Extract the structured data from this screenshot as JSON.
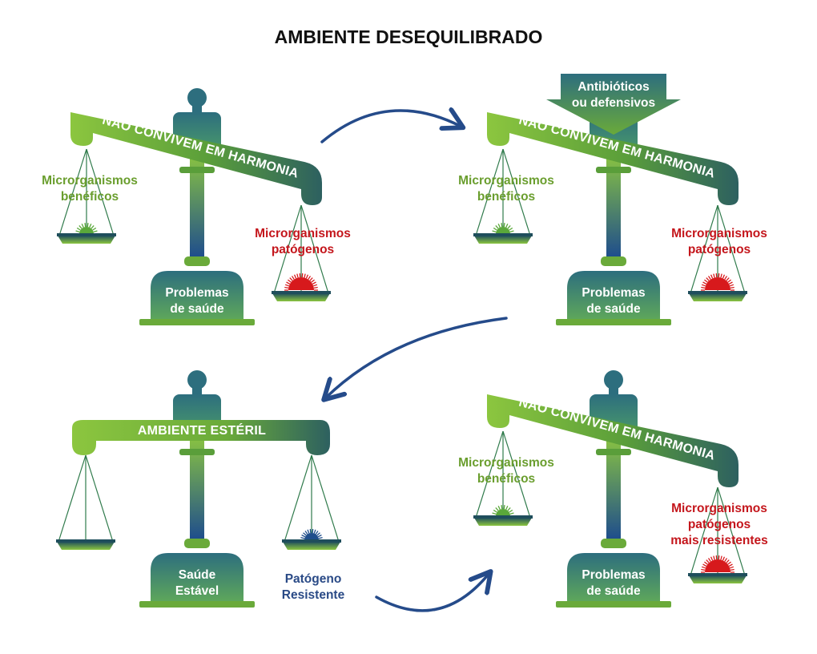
{
  "title": "AMBIENTE DESEQUILIBRADO",
  "colors": {
    "green": "#8cc63f",
    "dark_green": "#2f7a4b",
    "teal": "#2d6e7e",
    "navy": "#1f4e8c",
    "red": "#d7191c",
    "arrow": "#254b8a"
  },
  "panels": [
    {
      "beam_label": "NÃO CONVIVEM EM HARMONIA",
      "left_label": [
        "Microrganismos",
        "benéficos"
      ],
      "right_label": [
        "Microrganismos",
        "patógenos"
      ],
      "base_label": [
        "Problemas",
        "de saúde"
      ]
    },
    {
      "beam_label": "NÃO CONVIVEM EM HARMONIA",
      "left_label": [
        "Microrganismos",
        "benéficos"
      ],
      "right_label": [
        "Microrganismos",
        "patógenos"
      ],
      "base_label": [
        "Problemas",
        "de saúde"
      ],
      "arrow_label": [
        "Antibióticos",
        "ou defensivos"
      ]
    },
    {
      "beam_label": "AMBIENTE ESTÉRIL",
      "base_label": [
        "Saúde",
        "Estável"
      ],
      "right_label": [
        "Patógeno",
        "Resistente"
      ]
    },
    {
      "beam_label": "NÃO CONVIVEM EM HARMONIA",
      "left_label": [
        "Microrganismos",
        "benéficos"
      ],
      "right_label": [
        "Microrganismos",
        "patógenos",
        "mais resistentes"
      ],
      "base_label": [
        "Problemas",
        "de saúde"
      ]
    }
  ]
}
